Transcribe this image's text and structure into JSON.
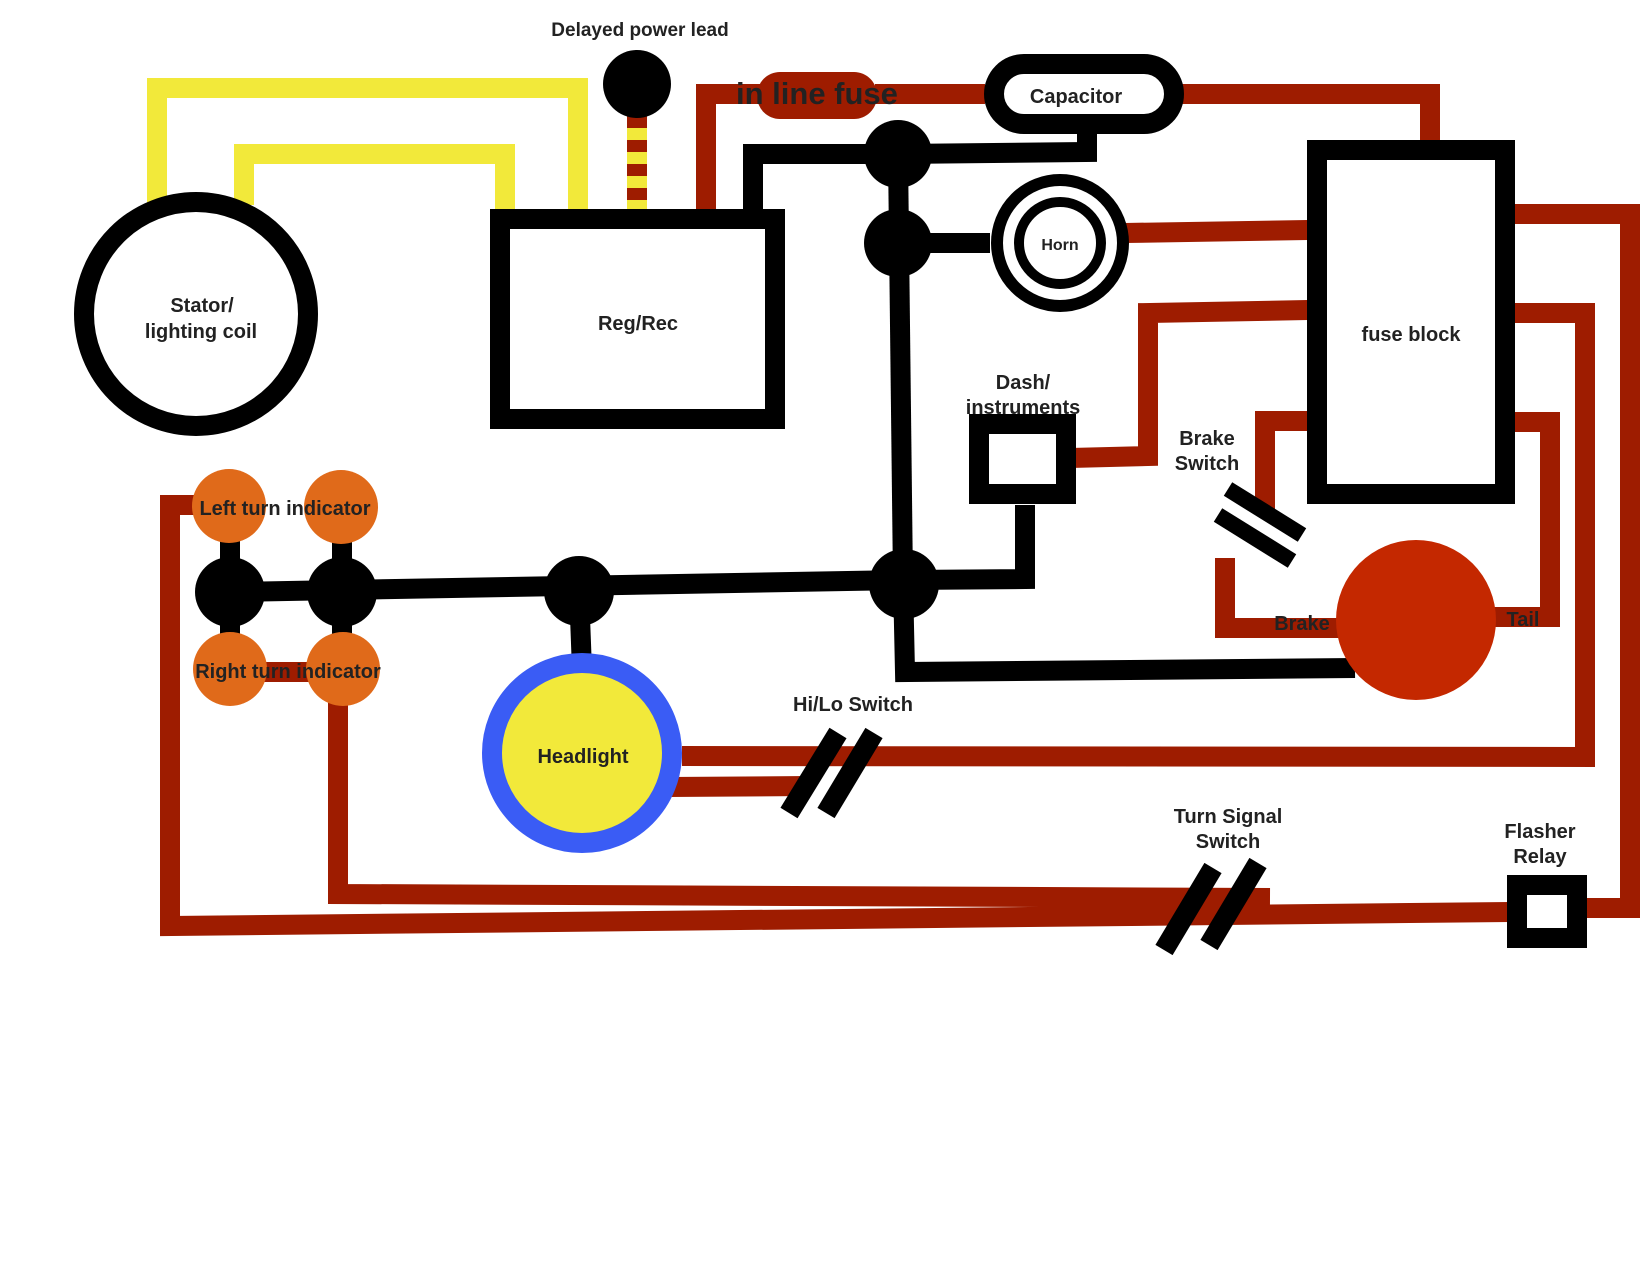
{
  "colors": {
    "ground": "#000000",
    "power": "#9e1c00",
    "stator": "#f2e93a",
    "indicator": "#e06a1a",
    "headlight_fill": "#f2e93a",
    "headlight_ring": "#3a5cf5",
    "tail_light": "#c42800"
  },
  "labels": {
    "delayed_power_lead": "Delayed power lead",
    "in_line_fuse": "in line fuse",
    "capacitor": "Capacitor",
    "stator_line1": "Stator/",
    "stator_line2": "lighting coil",
    "reg_rec": "Reg/Rec",
    "horn": "Horn",
    "fuse_block": "fuse block",
    "dash_line1": "Dash/",
    "dash_line2": "instruments",
    "brake_switch_line1": "Brake",
    "brake_switch_line2": "Switch",
    "brake": "Brake",
    "tail": "Tail",
    "left_turn_indicator": "Left turn indicator",
    "right_turn_indicator": "Right turn indicator",
    "headlight": "Headlight",
    "hi_lo_switch": "Hi/Lo Switch",
    "turn_signal_switch_line1": "Turn Signal",
    "turn_signal_switch_line2": "Switch",
    "flasher_relay_line1": "Flasher",
    "flasher_relay_line2": "Relay"
  }
}
